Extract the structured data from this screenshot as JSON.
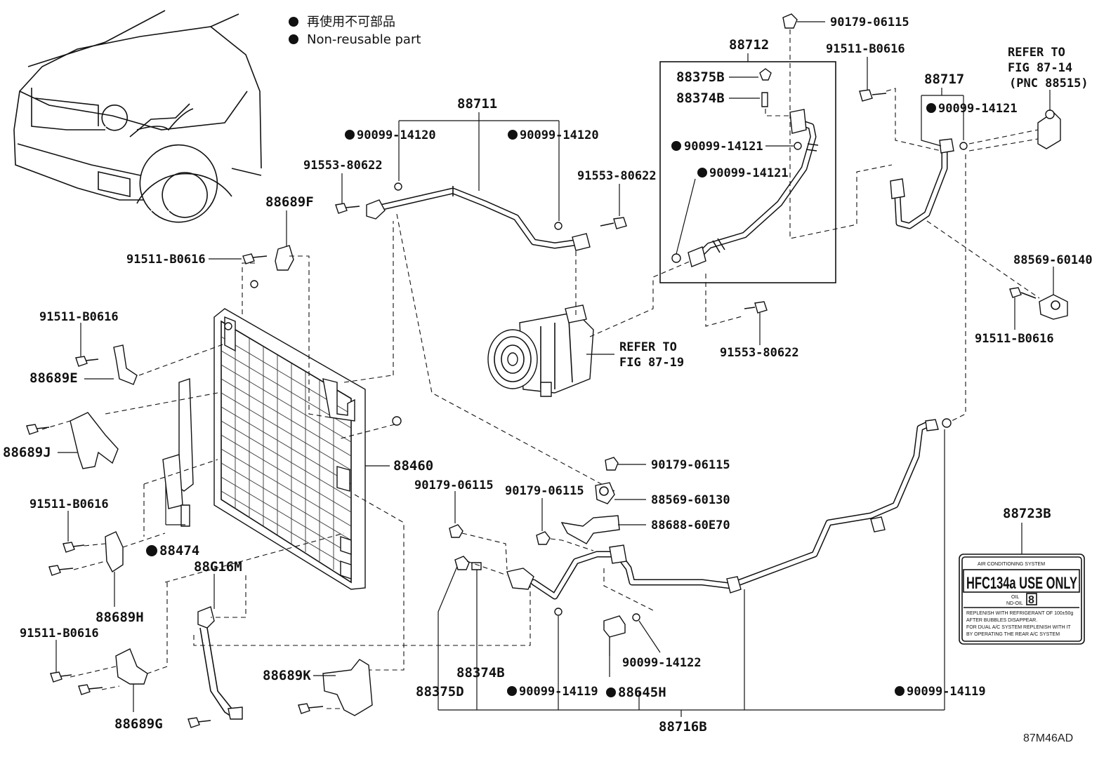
{
  "legend": {
    "jp": "再使用不可部品",
    "en": "Non-reusable part"
  },
  "figure_code": "87M46AD",
  "labels": {
    "p88711": "88711",
    "p88712": "88712",
    "p88717": "88717",
    "p88716B": "88716B",
    "p88460": "88460",
    "p88474": "88474",
    "p88723B": "88723B",
    "p88689F": "88689F",
    "p88689E": "88689E",
    "p88689J": "88689J",
    "p88689H": "88689H",
    "p88689G": "88689G",
    "p88689K": "88689K",
    "p88G16M": "88G16M",
    "p88375B": "88375B",
    "p88374B_top": "88374B",
    "p88374B_bot": "88374B",
    "p88375D": "88375D",
    "p88645H": "88645H",
    "p88569_60140": "88569-60140",
    "p88569_60130": "88569-60130",
    "p88688_60E70": "88688-60E70",
    "b91553_a": "91553-80622",
    "b91553_b": "91553-80622",
    "b91553_c": "91553-80622",
    "b91511_a": "91511-B0616",
    "b91511_b": "91511-B0616",
    "b91511_c": "91511-B0616",
    "b91511_d": "91511-B0616",
    "b91511_e": "91511-B0616",
    "b91511_f": "91511-B0616",
    "n90179_a": "90179-06115",
    "n90179_b": "90179-06115",
    "n90179_c": "90179-06115",
    "n90179_d": "90179-06115",
    "o90099_14120_a": "90099-14120",
    "o90099_14120_b": "90099-14120",
    "o90099_14121_a": "90099-14121",
    "o90099_14121_b": "90099-14121",
    "o90099_14121_c": "90099-14121",
    "o90099_14122": "90099-14122",
    "o90099_14119_a": "90099-14119",
    "o90099_14119_b": "90099-14119",
    "refer_87_19_a": "REFER TO",
    "refer_87_19_b": "FIG 87-19",
    "refer_87_14_a": "REFER TO",
    "refer_87_14_b": "FIG 87-14",
    "refer_87_14_c": "(PNC 88515)"
  },
  "decal": {
    "title": "AIR CONDITIONING SYSTEM",
    "main": "HFC134a USE ONLY",
    "oil": "OIL",
    "nd_oil": "ND-OIL",
    "oil_num": "8",
    "line1": "REPLENISH WITH REFRIGERANT OF 100±50g",
    "line2": "AFTER BUBBLES DISAPPEAR.",
    "line3": "FOR DUAL A/C SYSTEM REPLENISH WITH IT",
    "line4": "BY OPERATING THE REAR A/C SYSTEM"
  }
}
